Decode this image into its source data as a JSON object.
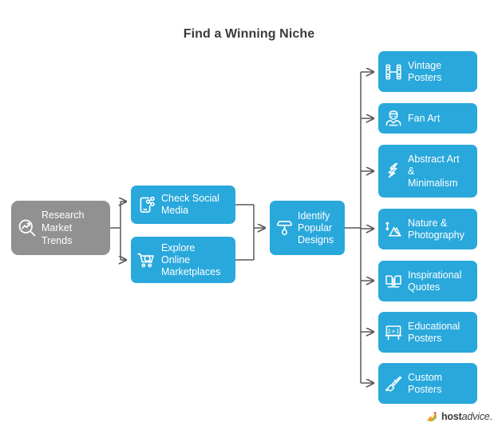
{
  "page": {
    "title": "Find a Winning Niche",
    "background": "#ffffff",
    "accent_blue": "#29a8dc",
    "gray": "#919191",
    "connector_color": "#595959"
  },
  "flow": {
    "start": {
      "label": "Research\nMarket\nTrends",
      "icon": "market-analysis-icon",
      "color": "#919191"
    },
    "middle": [
      {
        "label": "Check Social\nMedia",
        "icon": "mobile-share-icon",
        "color": "#29a8dc"
      },
      {
        "label": "Explore\nOnline\nMarketplaces",
        "icon": "cart-search-icon",
        "color": "#29a8dc"
      }
    ],
    "hub": {
      "label": "Identify\nPopular\nDesigns",
      "icon": "lamp-icon",
      "color": "#29a8dc"
    },
    "outcomes": [
      {
        "label": "Vintage\nPosters",
        "icon": "film-strip-icon",
        "color": "#29a8dc"
      },
      {
        "label": "Fan Art",
        "icon": "superhero-icon",
        "color": "#29a8dc"
      },
      {
        "label": "Abstract Art\n&\nMinimalism",
        "icon": "abstract-shape-icon",
        "color": "#29a8dc"
      },
      {
        "label": "Nature &\nPhotography",
        "icon": "mountain-icon",
        "color": "#29a8dc"
      },
      {
        "label": "Inspirational\nQuotes",
        "icon": "open-book-icon",
        "color": "#29a8dc"
      },
      {
        "label": "Educational\nPosters",
        "icon": "blackboard-icon",
        "color": "#29a8dc"
      },
      {
        "label": "Custom\nPosters",
        "icon": "paintbrush-icon",
        "color": "#29a8dc"
      }
    ]
  },
  "footer": {
    "logo_icon": "hostadvice-logo-icon",
    "brand_bold": "host",
    "brand_light": "advice",
    "brand_dot": "."
  }
}
